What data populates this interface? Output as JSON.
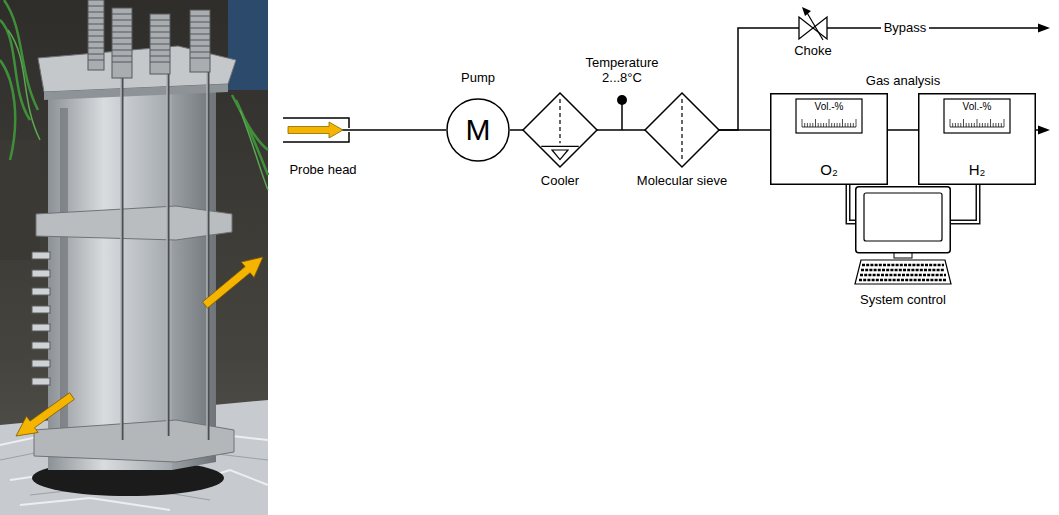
{
  "diagram": {
    "nodes": [
      {
        "text": [
          "Probe head"
        ]
      },
      {
        "text": [
          "Pump",
          "M"
        ]
      },
      {
        "text": [
          "Cooler"
        ]
      },
      {
        "text": [
          "Molecular sieve"
        ]
      },
      {
        "text": [
          "Choke"
        ]
      },
      {
        "text": [
          "Vol.-%",
          "O₂"
        ]
      },
      {
        "text": [
          "Vol.-%",
          "H₂"
        ]
      },
      {
        "text": [
          "System control"
        ]
      }
    ],
    "edges": [
      {
        "from": 0,
        "to": 1,
        "arrow": "none"
      },
      {
        "from": 1,
        "to": 2,
        "arrow": "none"
      },
      {
        "from": 2,
        "to": 3,
        "arrow": "none"
      },
      {
        "from": 3,
        "to": 4,
        "arrow": "none"
      },
      {
        "from": 3,
        "to": 5,
        "arrow": "none"
      },
      {
        "from": 5,
        "to": 6,
        "arrow": "none"
      },
      {
        "from": 5,
        "to": 7,
        "arrow": "none"
      },
      {
        "from": 6,
        "to": 7,
        "arrow": "none"
      }
    ],
    "labels": [
      "Temperature",
      "2...8°C",
      "Bypass",
      "Gas analysis"
    ]
  }
}
